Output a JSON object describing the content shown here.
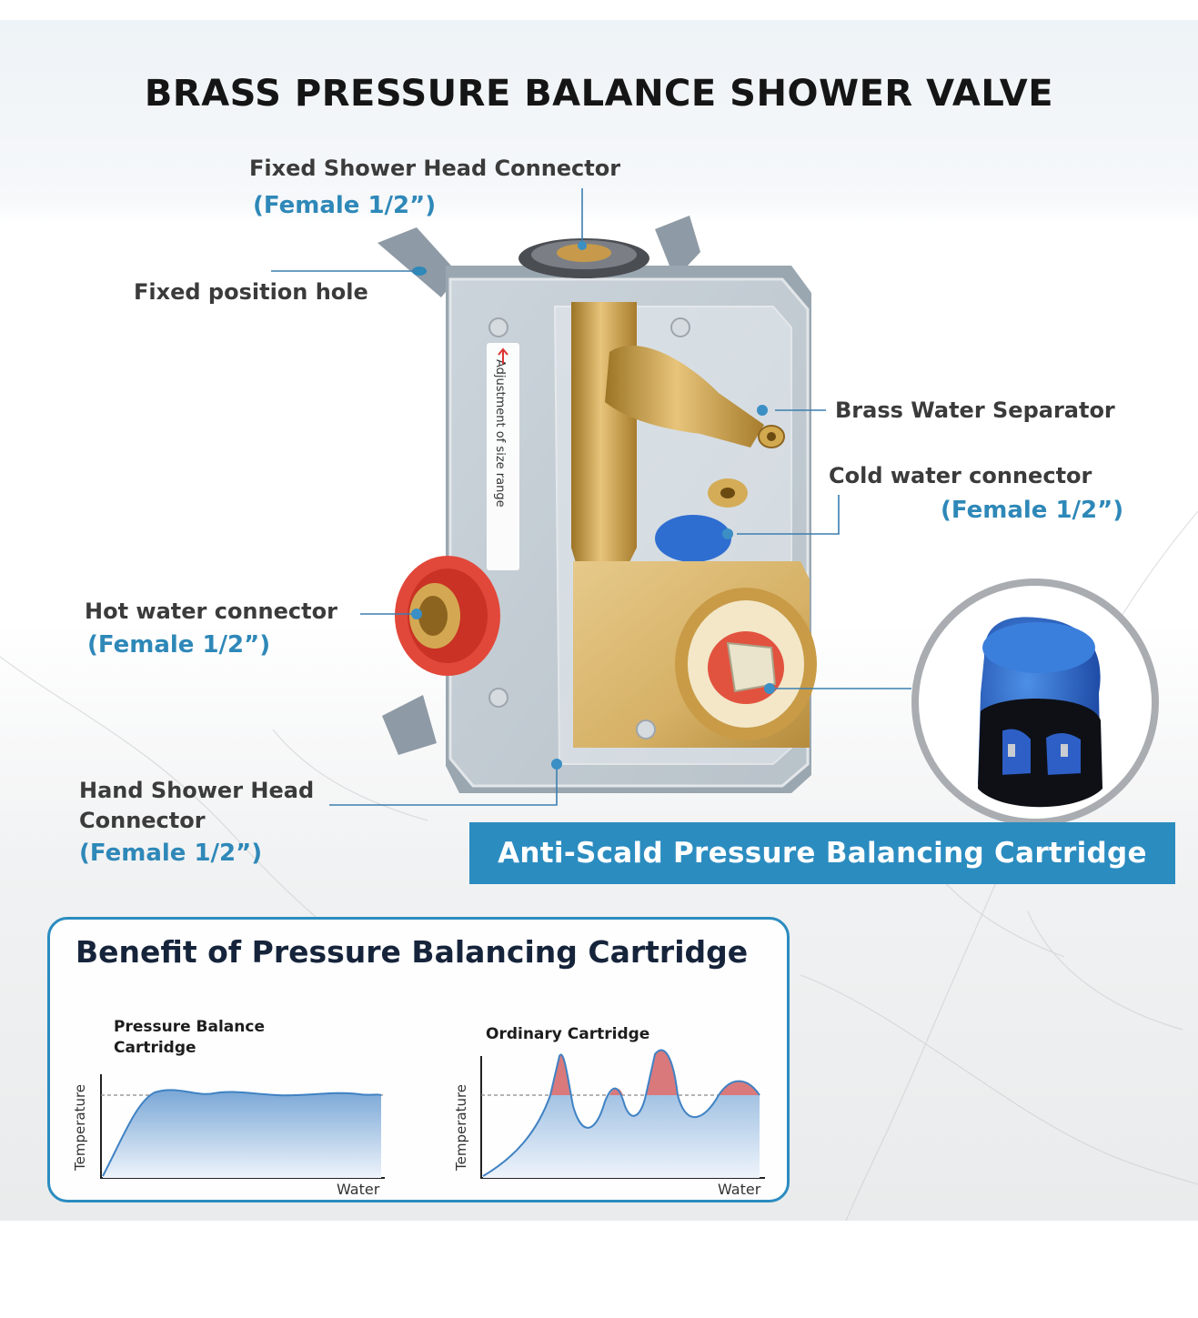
{
  "title": "BRASS PRESSURE BALANCE SHOWER VALVE",
  "callouts": {
    "fixed_head": {
      "label": "Fixed Shower Head Connector",
      "spec": "(Female 1/2”)"
    },
    "fixed_hole": {
      "label": "Fixed position hole"
    },
    "separator": {
      "label": "Brass Water Separator"
    },
    "cold": {
      "label": "Cold water connector",
      "spec": "(Female 1/2”)"
    },
    "hot": {
      "label": "Hot water connector",
      "spec": "(Female 1/2”)"
    },
    "hand_head": {
      "label_line1": "Hand Shower Head",
      "label_line2": "Connector",
      "spec": "(Female 1/2”)"
    }
  },
  "valve_print": "Adjustment of size range",
  "banner": "Anti-Scald Pressure Balancing Cartridge",
  "benefit": {
    "title": "Benefit of Pressure Balancing Cartridge",
    "left": {
      "title_line1": "Pressure Balance",
      "title_line2": "Cartridge",
      "ylabel": "Temperature",
      "xlabel": "Water"
    },
    "right": {
      "title": "Ordinary Cartridge",
      "ylabel": "Temperature",
      "xlabel": "Water"
    }
  },
  "colors": {
    "accent": "#2b8cc0",
    "spec_text": "#2e88b8",
    "brass": "#c9a046",
    "overshoot": "#d9797c",
    "curve_fill": "#8fb6dc"
  }
}
